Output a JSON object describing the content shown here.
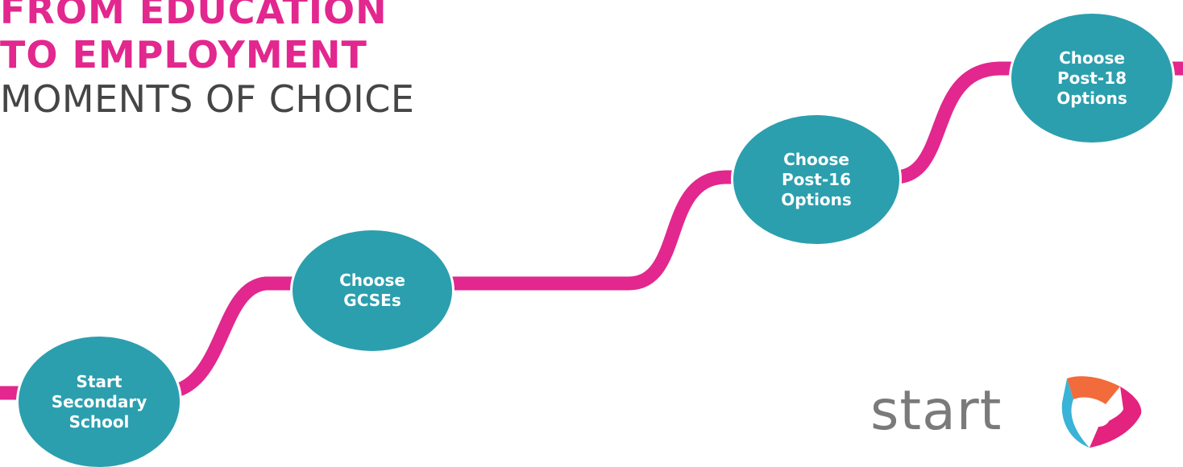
{
  "title": {
    "line1": "FROM EDUCATION",
    "line2": "TO EMPLOYMENT",
    "subtitle": "MOMENTS OF CHOICE"
  },
  "milestones": [
    {
      "lines": [
        "Start",
        "Secondary",
        "School"
      ]
    },
    {
      "lines": [
        "Choose",
        "GCSEs"
      ]
    },
    {
      "lines": [
        "Choose",
        "Post-16",
        "Options"
      ]
    },
    {
      "lines": [
        "Choose",
        "Post-18",
        "Options"
      ]
    }
  ],
  "logo": {
    "text": "start"
  },
  "colors": {
    "title_pink": "#e2278e",
    "subtitle_grey": "#454545",
    "path_pink": "#e2278e",
    "node_teal": "#2b9fae",
    "logo_grey": "#7a7a7a",
    "logo_orange": "#f26b3a",
    "logo_pink": "#e3237e",
    "logo_blue": "#39b3d7"
  }
}
